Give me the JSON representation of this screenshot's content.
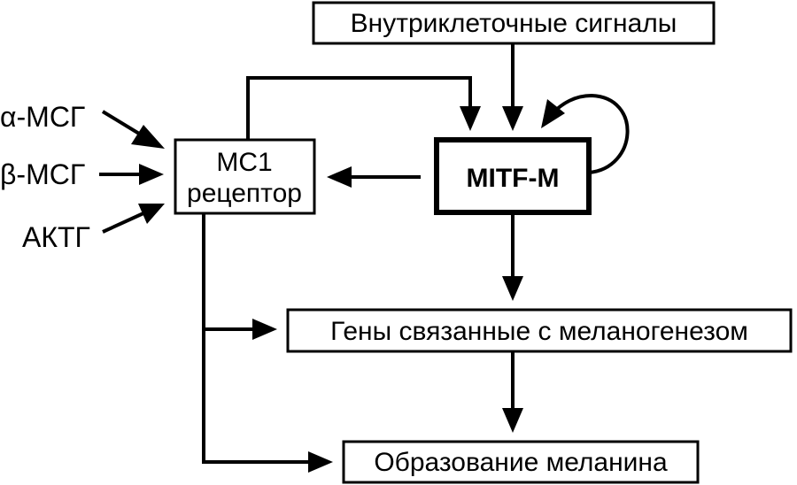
{
  "nodes": {
    "intracellular_signals": "Внутриклеточные сигналы",
    "mitf": "MITF-M",
    "mc1_line1": "MC1",
    "mc1_line2": "рецептор",
    "genes": "Гены связанные с меланогенезом",
    "melanin": "Образование меланина"
  },
  "inputs": {
    "alpha": "α-МСГ",
    "beta": "β-МСГ",
    "actg": "АКТГ"
  }
}
